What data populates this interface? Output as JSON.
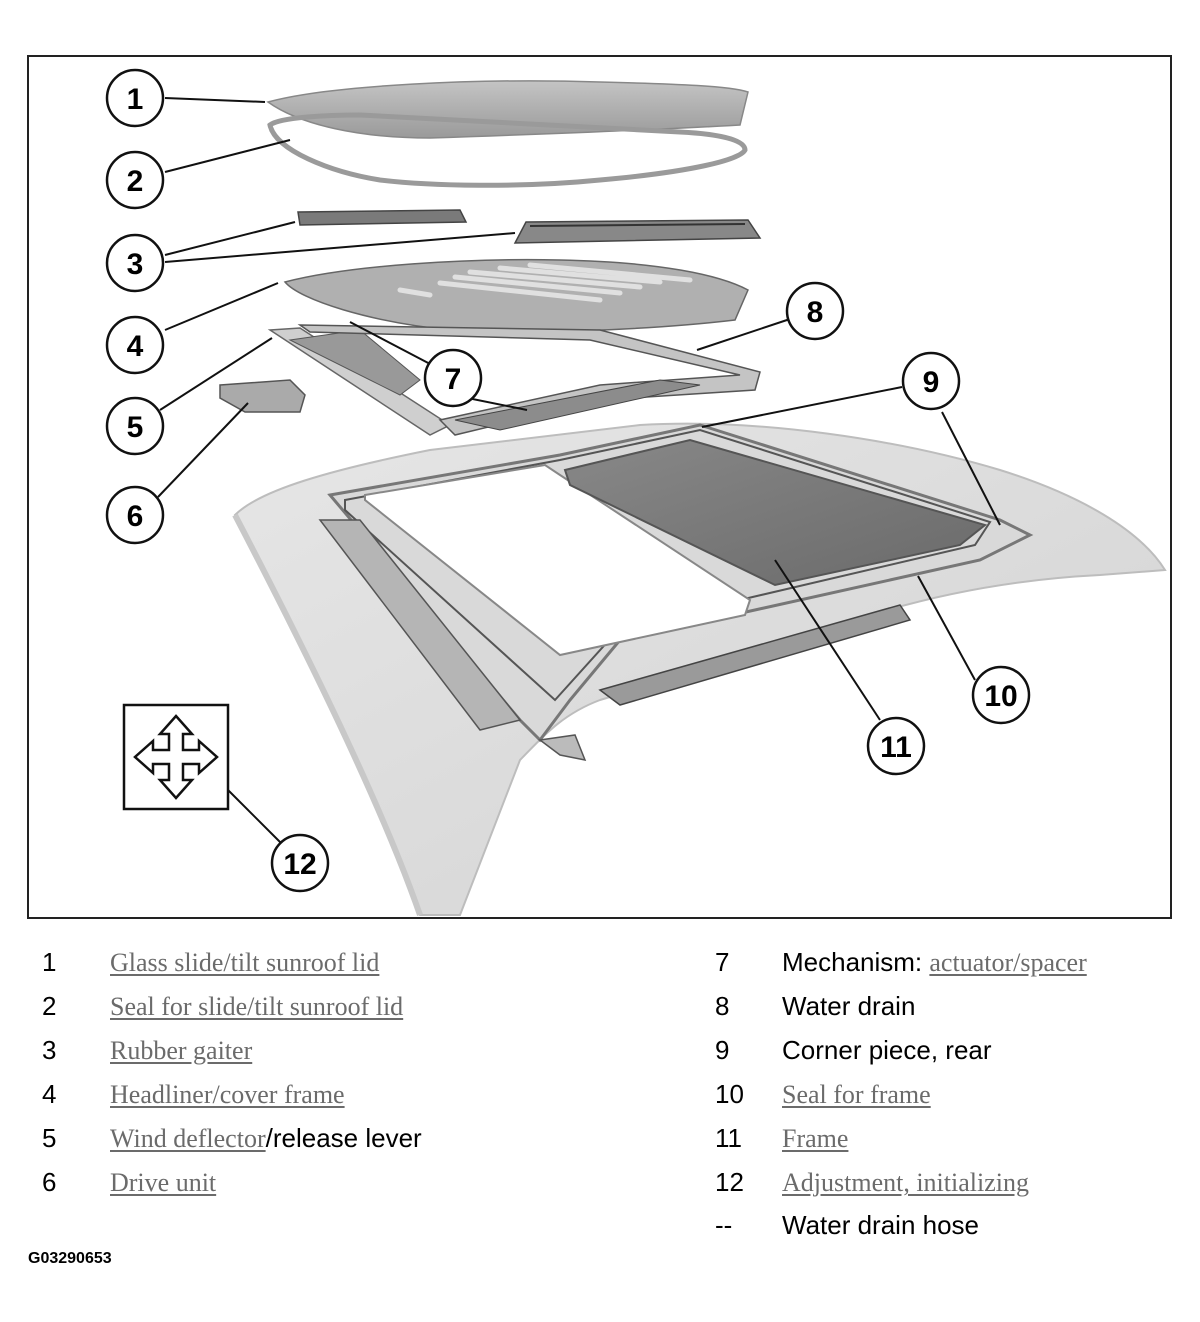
{
  "callouts": [
    "1",
    "2",
    "3",
    "4",
    "5",
    "6",
    "7",
    "8",
    "9",
    "10",
    "11",
    "12"
  ],
  "legend_left": [
    {
      "num": "1",
      "prefix": "",
      "link": "Glass slide/tilt sunroof lid",
      "suffix": ""
    },
    {
      "num": "2",
      "prefix": "",
      "link": "Seal for slide/tilt sunroof lid",
      "suffix": ""
    },
    {
      "num": "3",
      "prefix": "",
      "link": "Rubber gaiter",
      "suffix": ""
    },
    {
      "num": "4",
      "prefix": "",
      "link": "Headliner/cover frame",
      "suffix": ""
    },
    {
      "num": "5",
      "prefix": "",
      "link": "Wind deflector",
      "suffix": "/release lever"
    },
    {
      "num": "6",
      "prefix": "",
      "link": "Drive unit",
      "suffix": ""
    }
  ],
  "legend_right": [
    {
      "num": "7",
      "prefix": "Mechanism: ",
      "link": "actuator/spacer",
      "suffix": ""
    },
    {
      "num": "8",
      "prefix": "Water drain",
      "link": "",
      "suffix": ""
    },
    {
      "num": "9",
      "prefix": "Corner piece, rear",
      "link": "",
      "suffix": ""
    },
    {
      "num": "10",
      "prefix": "",
      "link": "Seal for frame",
      "suffix": ""
    },
    {
      "num": "11",
      "prefix": "",
      "link": "Frame",
      "suffix": ""
    },
    {
      "num": "12",
      "prefix": "",
      "link": "Adjustment, initializing",
      "suffix": ""
    },
    {
      "num": "--",
      "prefix": "Water drain hose",
      "link": "",
      "suffix": ""
    }
  ],
  "figure_id": "G03290653",
  "icons": {
    "adjust": "four-way-arrow-icon"
  }
}
